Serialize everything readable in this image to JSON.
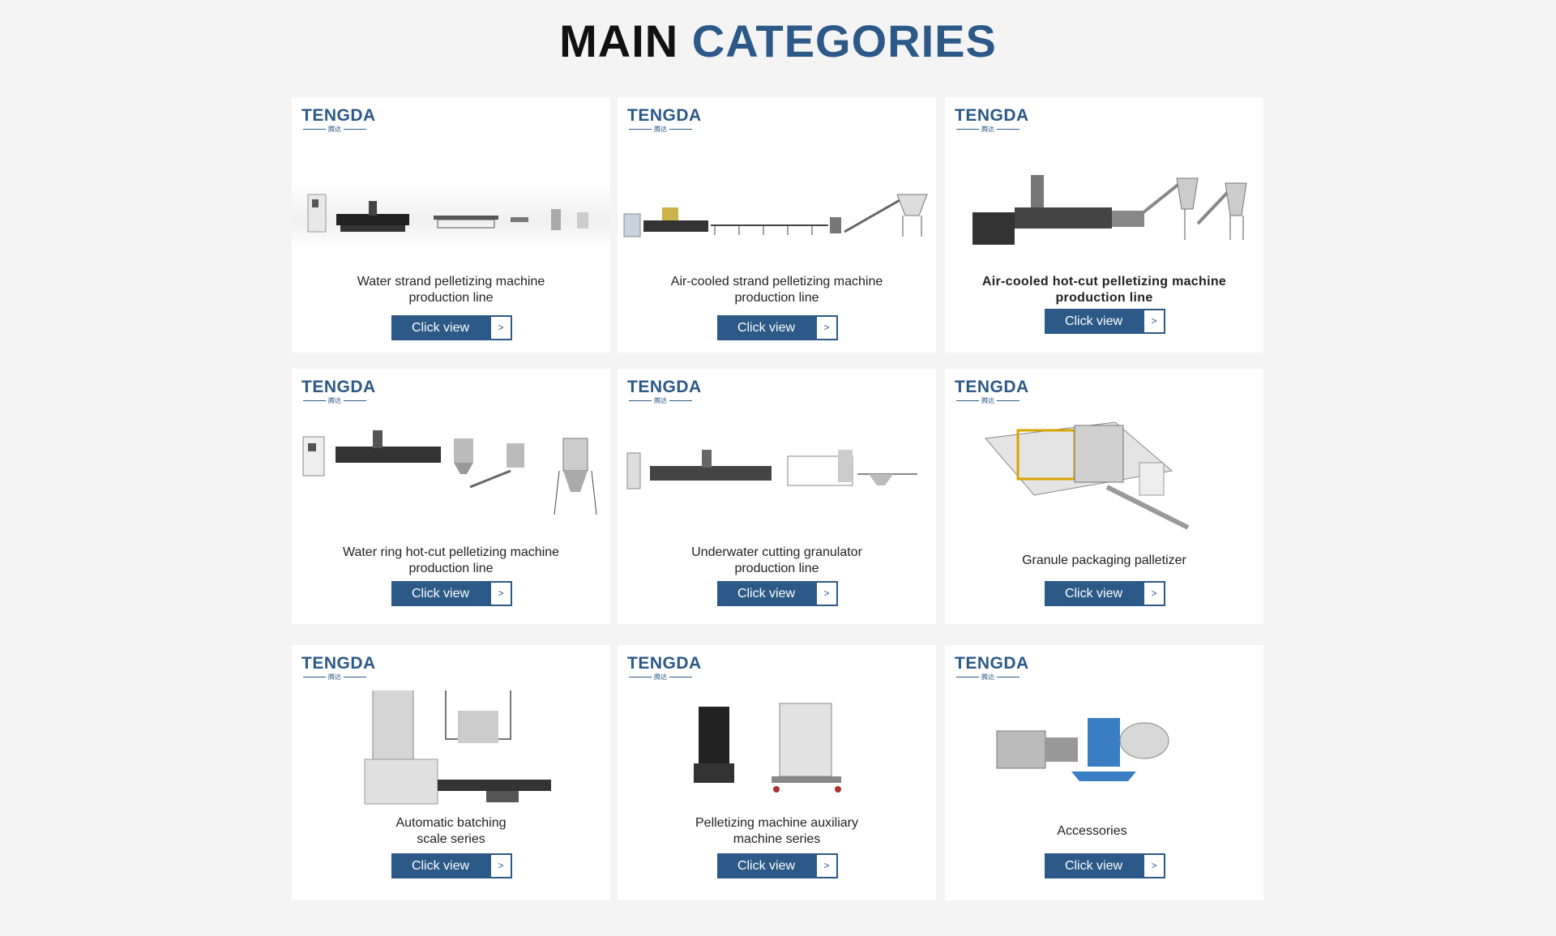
{
  "header": {
    "title_part1": "MAIN",
    "title_part2": "CATEGORIES"
  },
  "brand": {
    "name": "TENGDA",
    "sub": "腾达"
  },
  "button": {
    "label": "Click view",
    "arrow": ">"
  },
  "colors": {
    "accent": "#2c5987",
    "background": "#f4f4f4",
    "card": "#ffffff"
  },
  "cards": [
    {
      "line1": "Water strand pelletizing machine",
      "line2": "production line"
    },
    {
      "line1": "Air-cooled strand pelletizing machine",
      "line2": "production line"
    },
    {
      "line1": "Air-cooled hot-cut pelletizing machine",
      "line2": "production line"
    },
    {
      "line1": "Water ring hot-cut pelletizing machine",
      "line2": "production line"
    },
    {
      "line1": "Underwater cutting granulator",
      "line2": "production line"
    },
    {
      "line1": "Granule packaging palletizer",
      "line2": ""
    },
    {
      "line1": "Automatic batching",
      "line2": "scale series"
    },
    {
      "line1": "Pelletizing machine auxiliary",
      "line2": "machine series"
    },
    {
      "line1": "Accessories",
      "line2": ""
    }
  ]
}
